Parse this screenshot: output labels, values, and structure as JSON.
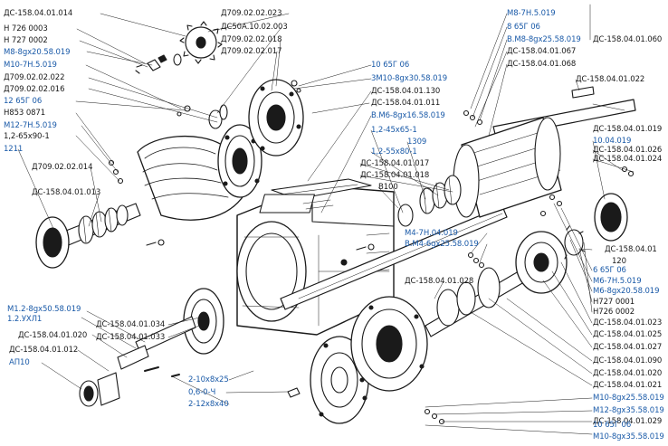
{
  "colors": {
    "ink": "#1a1a1a",
    "accent": "#1a5aa8",
    "paper": "#ffffff"
  },
  "labels": {
    "l01": "ДС-158.04.01.014",
    "l02": "Н 726 0003",
    "l03": "Н 727 0002",
    "l04": "М8-8gх20.58.019",
    "l05": "М10-7Н.5.019",
    "l06": "Д709.02.02.022",
    "l07": "Д709.02.02.016",
    "l08": "12 65Г 06",
    "l09": "Н853 0871",
    "l10": "М12-7Н.5.019",
    "l11": "1,2-65х90-1",
    "l12": "1211",
    "l13": "Д709.02.02.014",
    "l14": "ДС-158.04.01.013",
    "l15": "Д709.02.02.023",
    "l16": "ДС50А.10.02.003",
    "l17": "Д709.02.02.018",
    "l18": "Д709.02.02.017",
    "l19": "10 65Г 06",
    "l20": "3М10-8gх30.58.019",
    "l21": "ДС-158.04.01.130",
    "l22": "ДС-158.04.01.011",
    "l23": "В.М6-8gх16.58.019",
    "l24": "1,2-45х65-1",
    "l25": "1309",
    "l26": "1,2-55х80-1",
    "l27": "ДС-158.04.01.017",
    "l28": "ДС-158.04.01.018",
    "l29": "В100",
    "l30": "М8-7Н.5.019",
    "l31": "8 65Г 06",
    "l32": "В.М8-8gх25.58.019",
    "l33": "ДС-158.04.01.067",
    "l34": "ДС-158.04.01.068",
    "l35": "ДС-158.04.01.060",
    "l36": "ДС-158.04.01.022",
    "l37": "ДС-158.04.01.019",
    "l38": "10.04.019",
    "l39": "ДС-158.04.01.026",
    "l40": "ДС-158.04.01.024",
    "l41": "М4-7Н.04.019",
    "l42": "В.М4-6gх25.58.019",
    "l43": "ДС-158.04.01",
    "l44": "120",
    "l45": "6 65Г 06",
    "l46": "М6-7Н.5.019",
    "l47": "М6-8gх20.58.019",
    "l48": "Н727 0001",
    "l49": "Н726 0002",
    "l50": "ДС-158.04.01.023",
    "l51": "ДС-158.04.01.025",
    "l52": "ДС-158.04.01.027",
    "l53": "ДС-158.04.01.028",
    "l54": "ДС-158.04.01.090",
    "l55": "ДС-158.04.01.020",
    "l56": "ДС-158.04.01.021",
    "l57": "ДС-158.04.01.034",
    "l58": "ДС-158.04.01.033",
    "l59": "ДС-158.04.01.020",
    "l60": "ДС-158.04.01.012",
    "l61": "АП10",
    "l62": "М1.2-8gх50.58.019",
    "l63": "1.2.УХЛ1",
    "l64": "2-10х8х25",
    "l65": "0,6-0-Ч",
    "l66": "2-12х8х40",
    "l67": "М10-8gх25.58.019",
    "l68": "М12-8gх35.58.019",
    "l69": "ДС-158.04.01.029",
    "l70": "10 65Г 06",
    "l71": "М10-8gх35.58.019"
  }
}
